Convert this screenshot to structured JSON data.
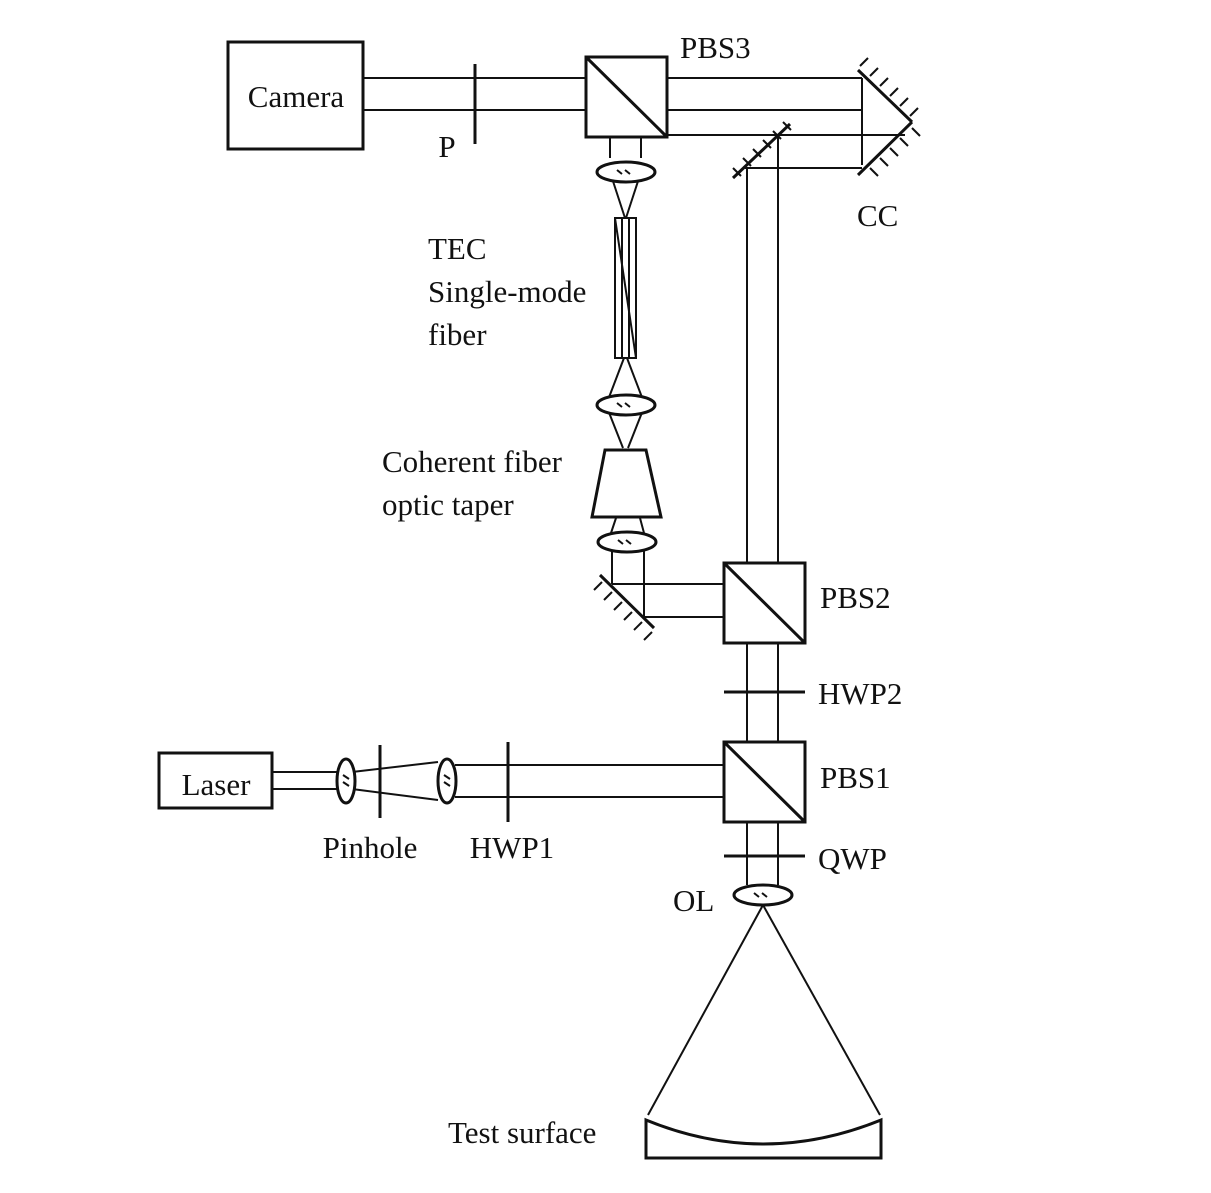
{
  "labels": {
    "camera": "Camera",
    "p": "P",
    "pbs3": "PBS3",
    "cc": "CC",
    "tec_line1": "TEC",
    "tec_line2": "Single-mode",
    "tec_line3": "fiber",
    "taper_line1": "Coherent fiber",
    "taper_line2": "optic taper",
    "pbs2": "PBS2",
    "hwp2": "HWP2",
    "laser": "Laser",
    "pbs1": "PBS1",
    "pinhole": "Pinhole",
    "hwp1": "HWP1",
    "qwp": "QWP",
    "ol": "OL",
    "test_surface": "Test surface"
  }
}
